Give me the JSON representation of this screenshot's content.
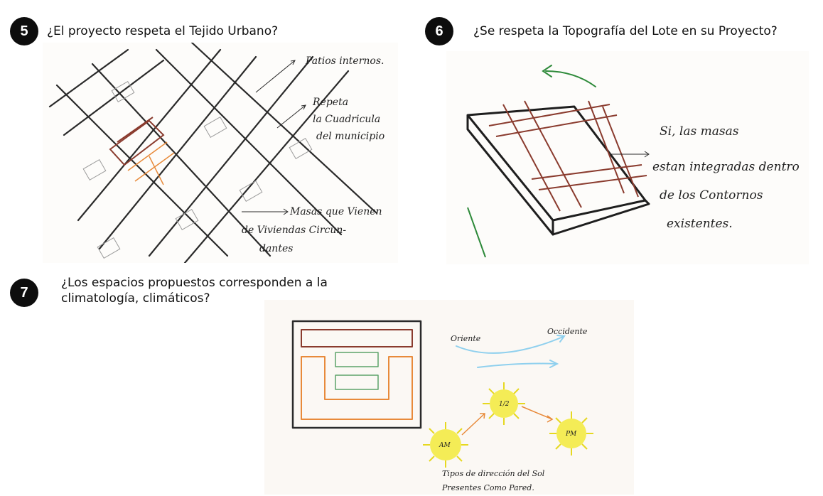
{
  "questions": [
    {
      "number": "5",
      "text": "¿El proyecto respeta el Tejido Urbano?"
    },
    {
      "number": "6",
      "text": "¿Se respeta la Topografía del Lote en su Proyecto?"
    },
    {
      "number": "7",
      "line1": "¿Los espacios propuestos corresponden a la",
      "line2": "climatología, climáticos?"
    }
  ],
  "sketch5": {
    "note_patios": "Patios internos.",
    "note_repeta_1": "Repeta",
    "note_repeta_2": "la Cuadricula",
    "note_repeta_3": "del municipio",
    "note_masas_1": "Masas que Vienen",
    "note_masas_2": "de Viviendas Circun-",
    "note_masas_3": "dantes"
  },
  "sketch6": {
    "note_1": "Si, las masas",
    "note_2": "estan integradas dentro",
    "note_3": "de los Contornos",
    "note_4": "existentes."
  },
  "sketch7": {
    "oriente": "Oriente",
    "occidente": "Occidente",
    "sun_am": "AM",
    "sun_noon": "1/2",
    "sun_pm": "PM",
    "caption_1": "Tipos de dirección del Sol",
    "caption_2": "Presentes Como Pared."
  },
  "colors": {
    "badge": "#0d0d0d",
    "pencil": "#2a2a2a",
    "brown": "#8a3b2e",
    "orange": "#e88a3a",
    "green_pencil": "#5ca36a",
    "sky": "#8fd0ee",
    "sun": "#f2ea3a"
  }
}
